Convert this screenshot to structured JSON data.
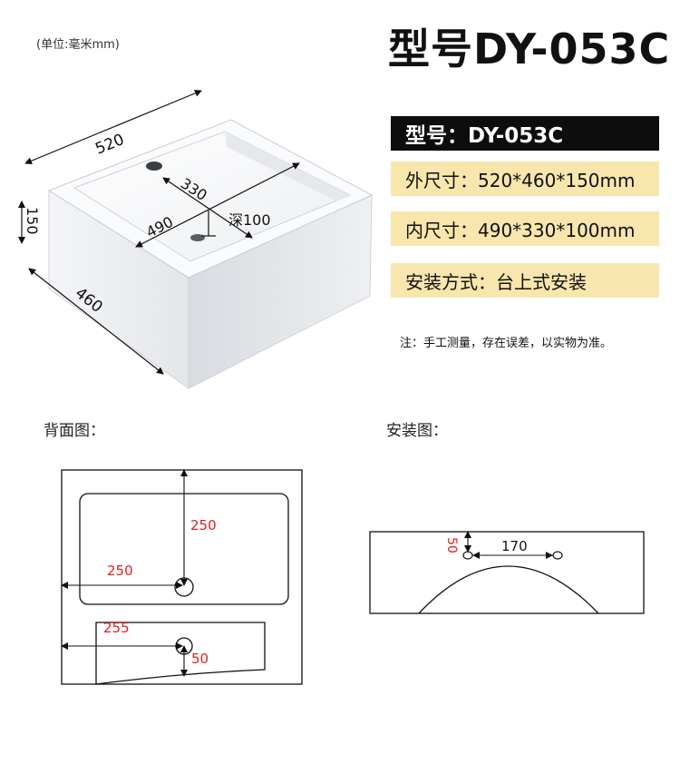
{
  "unit_note": "(单位:毫米mm)",
  "big_title": "型号DY-053C",
  "specs": [
    {
      "text": "型号：DY-053C",
      "style": "dark"
    },
    {
      "text": "外尺寸：520*460*150mm",
      "style": "light"
    },
    {
      "text": "内尺寸：490*330*100mm",
      "style": "light"
    },
    {
      "text": "安装方式：台上式安装",
      "style": "light"
    }
  ],
  "note": "注：手工测量，存在误差，以实物为准。",
  "dimensions": {
    "width": "520",
    "height": "150",
    "depth": "460",
    "inner_width": "490",
    "inner_length": "330",
    "inner_depth": "深100"
  },
  "back_view": {
    "label": "背面图：",
    "dim_vertical": "250",
    "dim_horizontal": "250",
    "dim_lower": "255",
    "dim_small": "50"
  },
  "install_view": {
    "label": "安装图：",
    "dim_vertical": "50",
    "dim_horizontal": "170"
  },
  "colors": {
    "accent_bar": "#f8e6ad",
    "dark_bar": "#0d0d0d",
    "dim_red": "#e02020"
  }
}
